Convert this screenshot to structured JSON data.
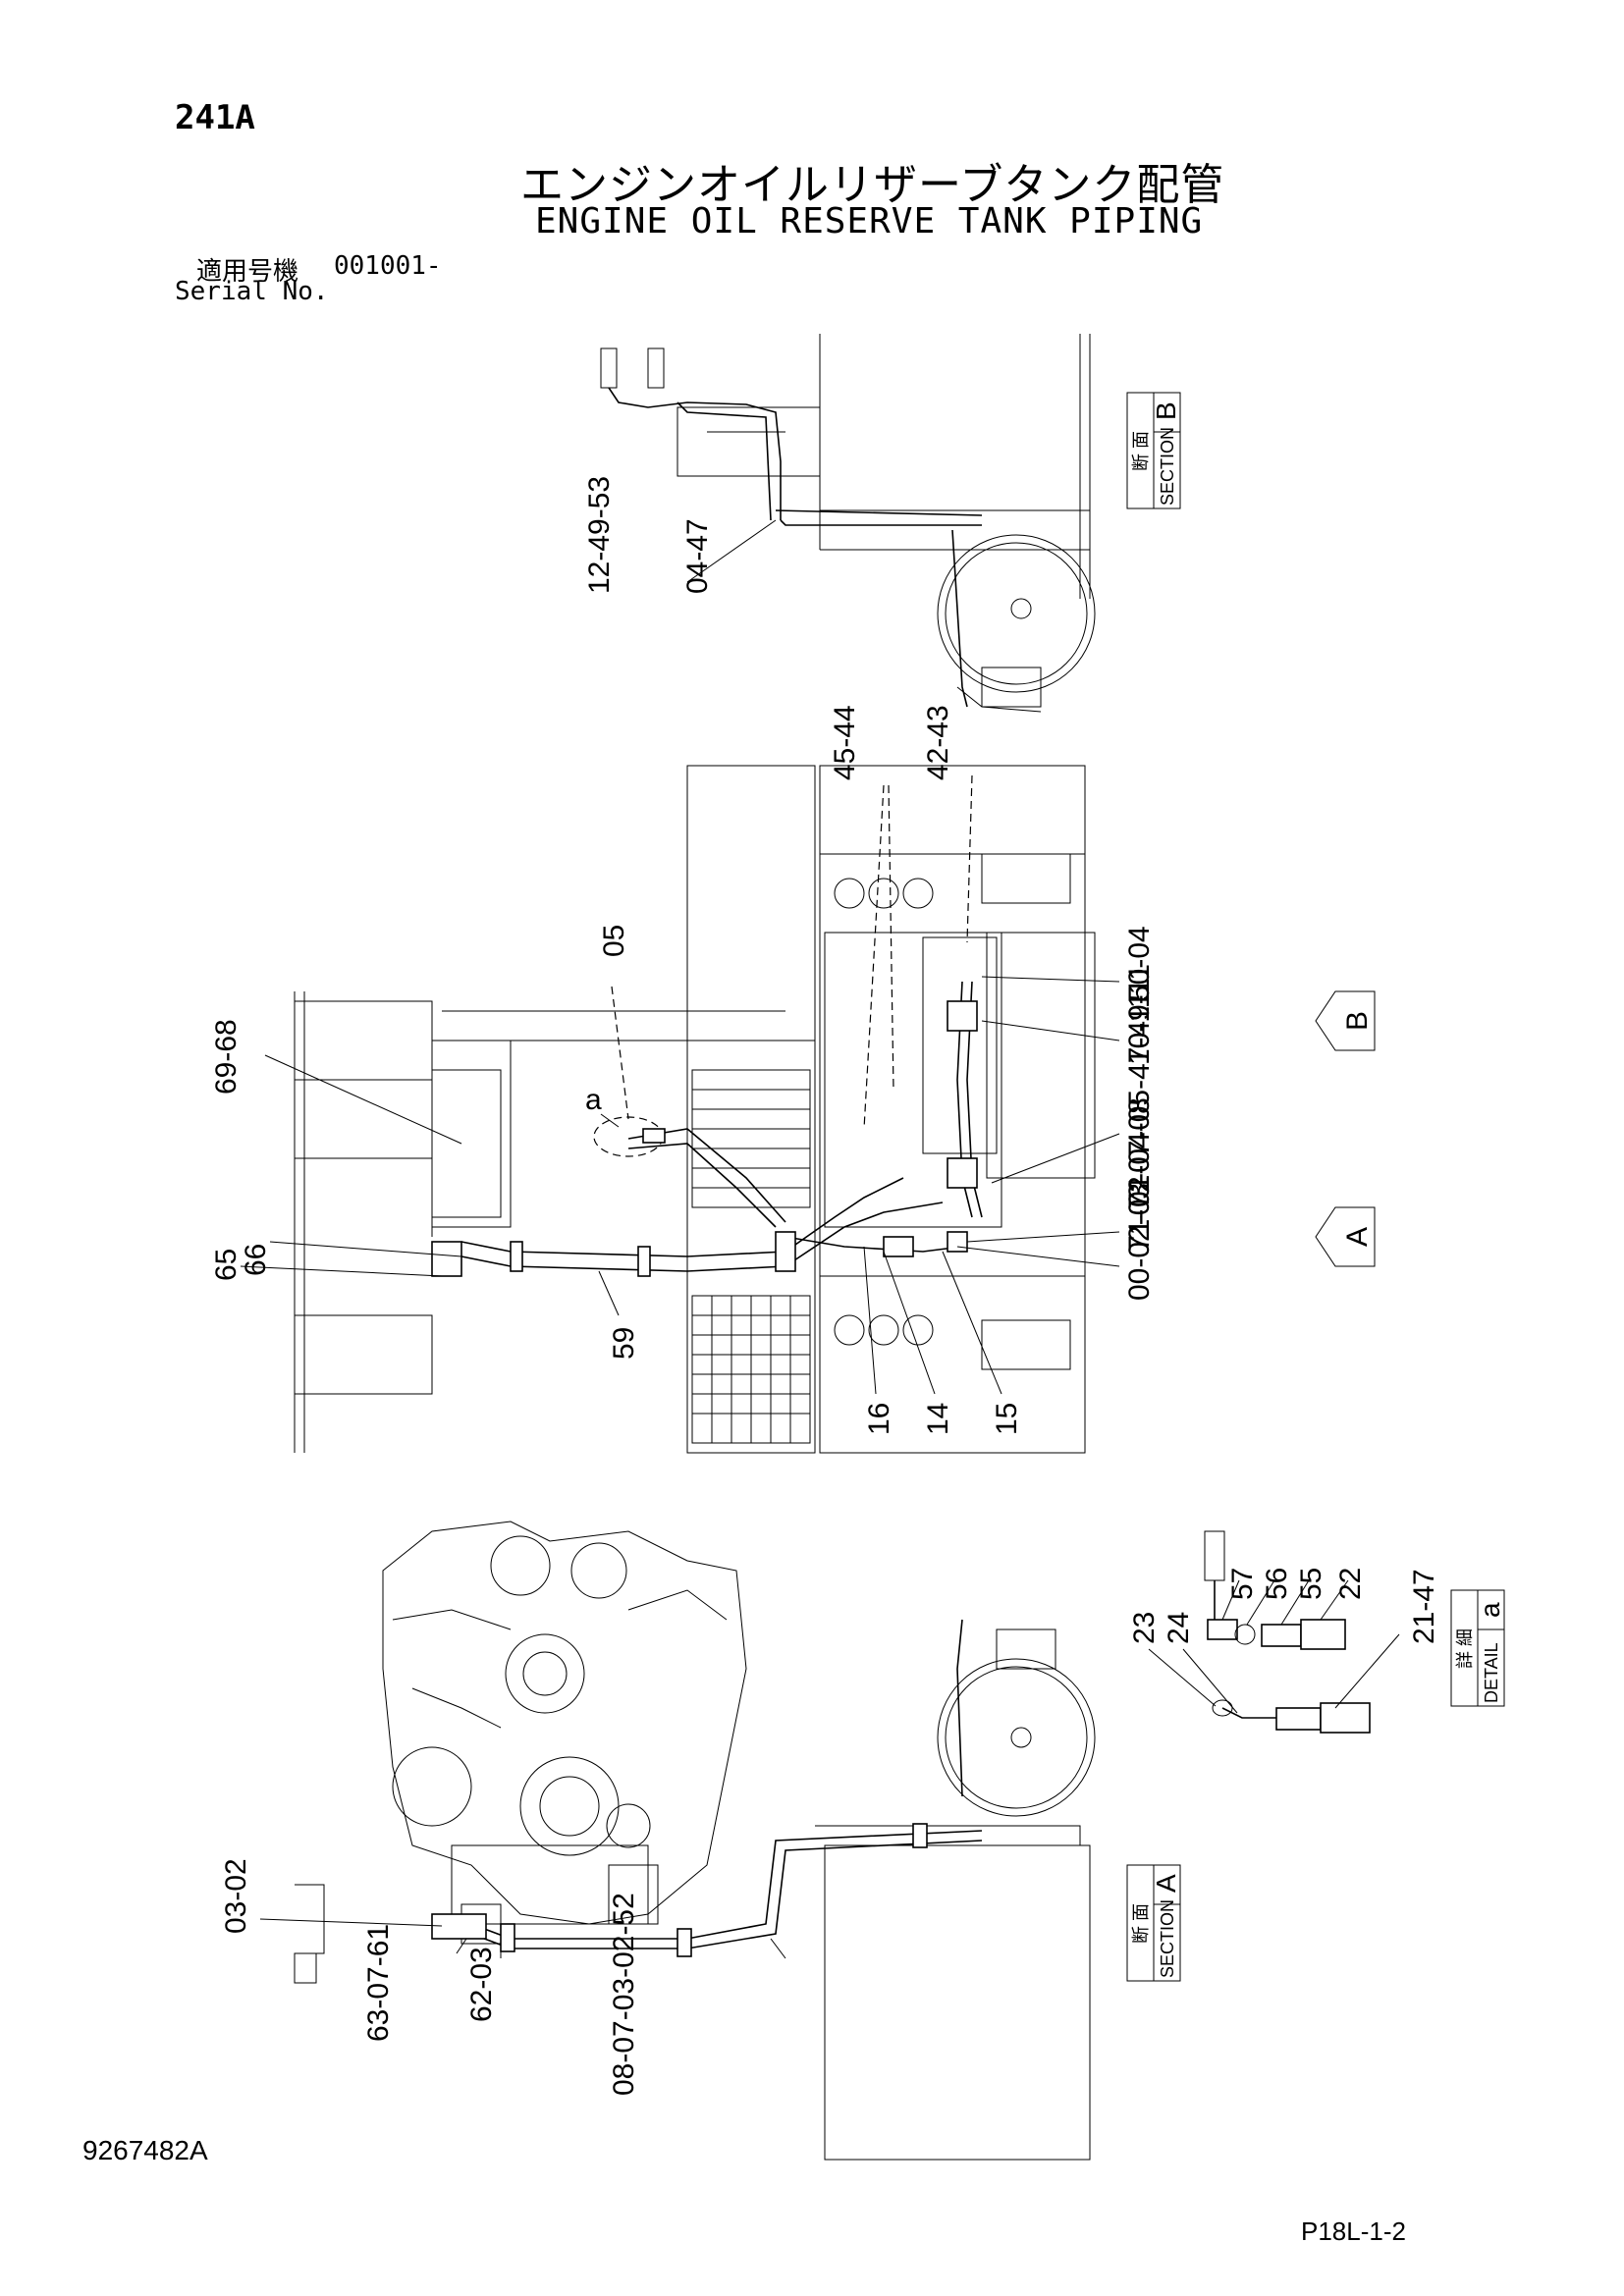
{
  "header": {
    "page_code": "241A",
    "title_jp": "エンジンオイルリザーブタンク配管",
    "title_en": "ENGINE OIL RESERVE TANK PIPING",
    "serial_label_jp": "適用号機",
    "serial_value": "001001-",
    "serial_label_en": "Serial No."
  },
  "footer": {
    "document_number": "9267482A",
    "page_reference": "P18L-1-2"
  },
  "section_labels": {
    "section_b": {
      "jp": "断 面",
      "en": "SECTION",
      "letter": "B"
    },
    "section_a": {
      "jp": "断 面",
      "en": "SECTION",
      "letter": "A"
    },
    "detail_a": {
      "jp": "詳 細",
      "en": "DETAIL",
      "letter": "a"
    }
  },
  "view_markers": {
    "marker_b": "B",
    "marker_a": "A",
    "detail_marker": "a"
  },
  "callouts": {
    "section_b": [
      "12-49-53",
      "04-47"
    ],
    "plan_top": [
      "45-44",
      "42-43",
      "05",
      "50-04",
      "10-11",
      "01-04-05-47-49-11",
      "71-72",
      "00-02-03-07-08",
      "69-68",
      "66",
      "65",
      "59",
      "16",
      "14",
      "15"
    ],
    "section_a": [
      "03-02",
      "63-07-61",
      "62-03",
      "08-07-03-02-52"
    ],
    "detail_a": [
      "57",
      "56",
      "55",
      "22",
      "23",
      "24",
      "21-47"
    ]
  }
}
